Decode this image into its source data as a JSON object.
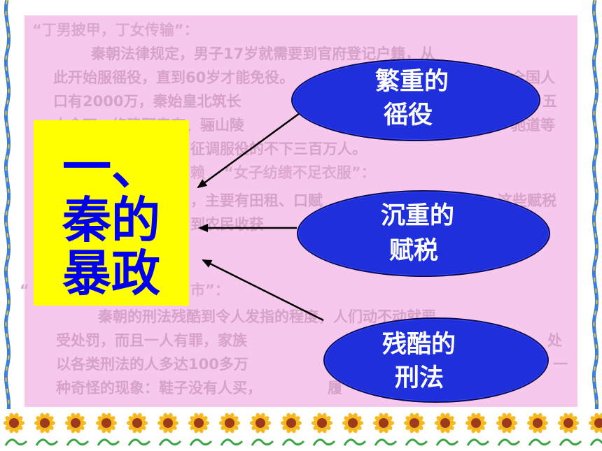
{
  "background_text": {
    "heading1": "“丁男披甲，丁女传输”：",
    "para1_line1": "秦朝法律规定，男子17岁就需要到官府登记户籍，从",
    "para1_line2": "此开始服徭役，直到60岁才能免役。",
    "para1_line2b": "全国人",
    "para1_line3": "口有2000万，秦始皇北筑长",
    "para1_line3b": "五",
    "para1_line4": "十余万，修建阿房宫、骊山陵",
    "para1_line4b": "驰道等",
    "para1_line5": "征调服役的不下三百万人。",
    "heading2": "“女子纺绩不足衣服”：",
    "heading2_prefix": "赖",
    "para2_line1": "，主要有田租、口赋",
    "para2_line1b": "，这些赋税",
    "para2_line2": "到农民收获",
    "heading3": "“赭衣塞路，囹圄成市”：",
    "heading3_partial_a": "“",
    "heading3_partial_b": "市”：",
    "para3_line1": "秦朝的刑法残酷到令人发指的程度，人们动不动就要",
    "para3_line2": "受处罚，而且一人有罪，家族",
    "para3_line2b": "处",
    "para3_line3": "以各类刑法的人多达100多万",
    "para3_line3b": "一",
    "para3_line4": "种奇怪的现象：鞋子没有人买，",
    "para3_line4b": "履"
  },
  "title": {
    "line1": "一、",
    "line2": "秦的",
    "line3": "暴政"
  },
  "bubbles": [
    {
      "line1": "繁重的",
      "line2": "徭役"
    },
    {
      "line1": "沉重的",
      "line2": "赋税"
    },
    {
      "line1": "残酷的",
      "line2": "刑法"
    }
  ],
  "colors": {
    "panel": "#f6c8ec",
    "title_bg": "#ffff00",
    "title_text": "#0000ee",
    "bubble": "#1f2fdc",
    "bubble_text": "#ffffff"
  },
  "icons": [
    "wave-border",
    "sunflower"
  ]
}
